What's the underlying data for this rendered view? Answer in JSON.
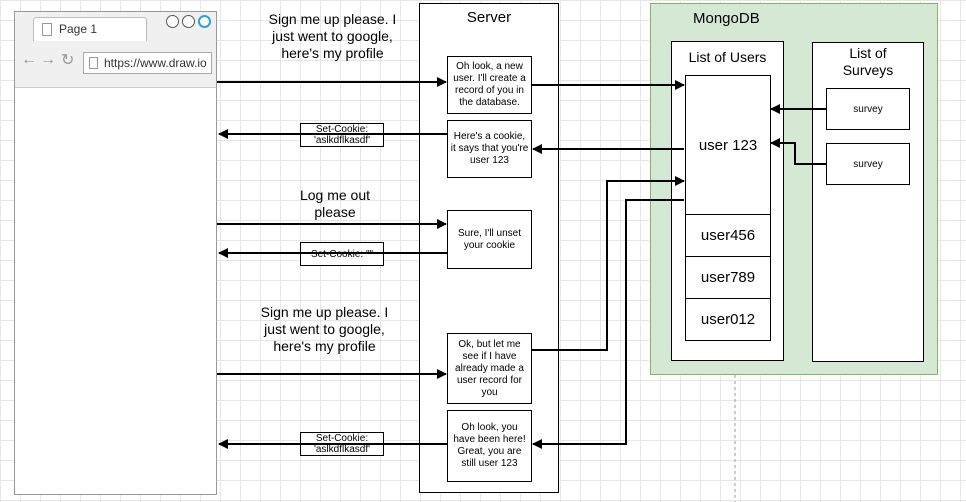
{
  "browser": {
    "tab_label": "Page 1",
    "url": "https://www.draw.io"
  },
  "server": {
    "title": "Server",
    "notes": [
      "Oh look, a new user.  I'll create a record of you in the database.",
      "Here's a cookie, it says that you're user 123",
      "Sure, I'll unset your cookie",
      "Ok, but let me see if I have already made a user record for you",
      "Oh look, you have been here! Great, you are still user 123"
    ]
  },
  "mongodb": {
    "title": "MongoDB",
    "users_title": "List of Users",
    "users": [
      "user 123",
      "user456",
      "user789",
      "user012"
    ],
    "surveys_title": "List of Surveys",
    "surveys": [
      "survey",
      "survey"
    ]
  },
  "messages": {
    "signup_1": "Sign me up please. I just went to google, here's my profile",
    "logout": "Log me out please",
    "signup_2": "Sign me up please. I just went to google, here's my profile"
  },
  "cookies": {
    "set_1": "Set-Cookie: 'aslkdflkasdf'",
    "unset": "Set-Cookie: \"\"",
    "set_2": "Set-Cookie: 'aslkdflkasdf'"
  },
  "colors": {
    "mongodb_fill": "#d5e8d4",
    "mongodb_border": "#82b366",
    "line": "#000000"
  }
}
